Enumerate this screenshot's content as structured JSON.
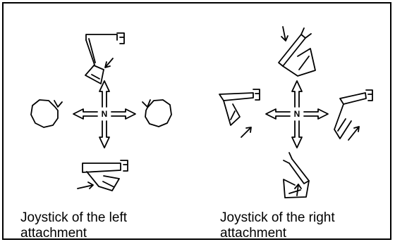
{
  "center_label": "N",
  "captions": {
    "left": "Joystick of the left attachment",
    "right": "Joystick of the right attachment"
  },
  "line_color": "#000000"
}
